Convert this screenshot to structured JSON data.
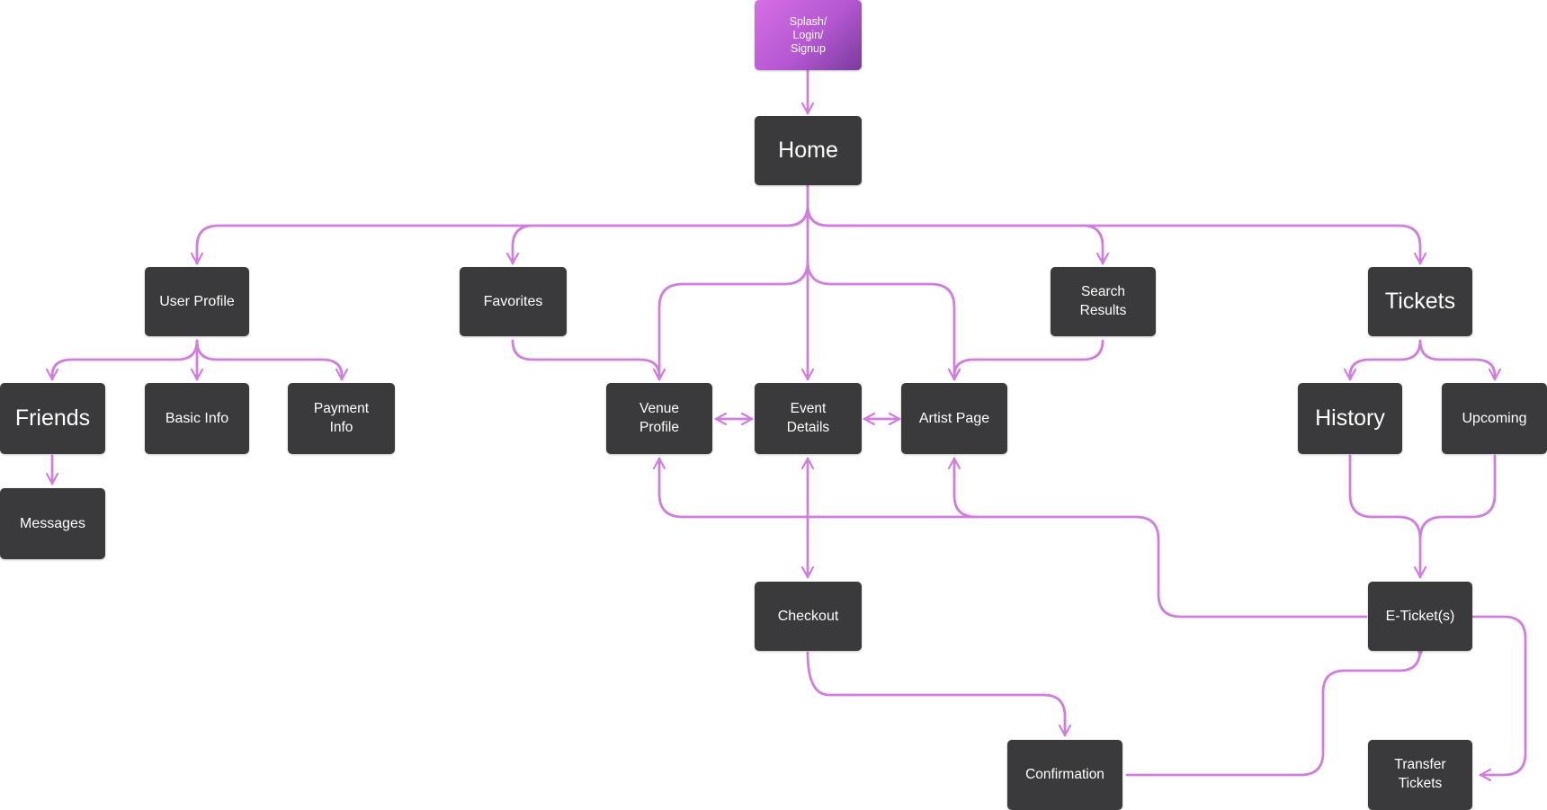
{
  "colors": {
    "connector": "#cf7fdb",
    "node": "#3a3a3c",
    "node_text": "#ffffff"
  },
  "nodes": {
    "splash": "Splash/\nLogin/\nSignup",
    "home": "Home",
    "user_profile": "User Profile",
    "favorites": "Favorites",
    "search_results": "Search\nResults",
    "tickets": "Tickets",
    "friends": "Friends",
    "basic_info": "Basic Info",
    "payment_info": "Payment\nInfo",
    "venue_profile": "Venue\nProfile",
    "event_details": "Event\nDetails",
    "artist_page": "Artist Page",
    "history": "History",
    "upcoming": "Upcoming",
    "messages": "Messages",
    "checkout": "Checkout",
    "e_tickets": "E-Ticket(s)",
    "confirmation": "Confirmation",
    "transfer_tickets": "Transfer\nTickets"
  }
}
